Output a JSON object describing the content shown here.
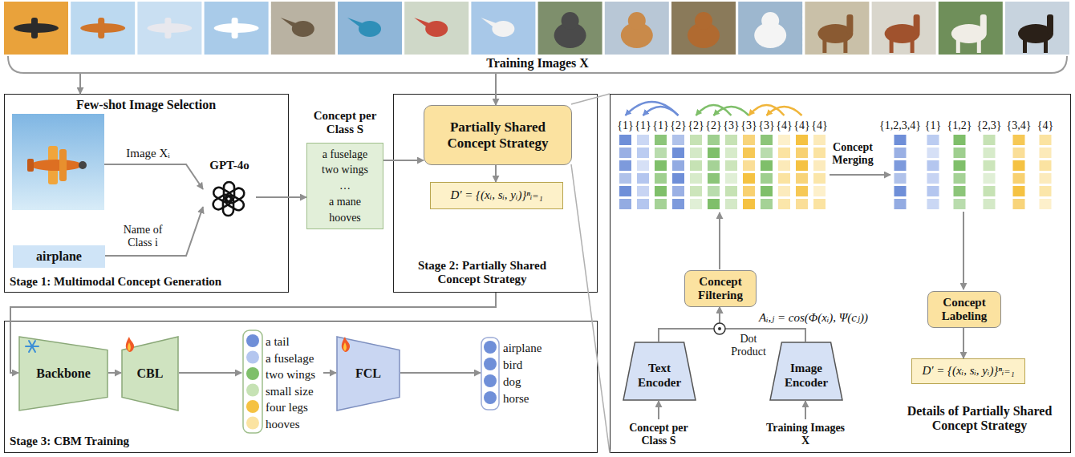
{
  "diagram": {
    "nodes": [
      {
        "text": [
          "Training Images X"
        ]
      },
      {
        "text": [
          "Few-shot Image Selection",
          "Stage 1: Multimodal Concept Generation"
        ]
      },
      {
        "text": [
          "airplane"
        ],
        "in": 1
      },
      {
        "text": [
          "GPT-4o"
        ],
        "in": 1
      },
      {
        "text": [
          "Concept per Class S",
          "a fuselage",
          "two wings",
          "…",
          "a mane",
          "hooves"
        ]
      },
      {
        "text": [
          "Stage 2: Partially Shared Concept Strategy"
        ]
      },
      {
        "text": [
          "Partially Shared Concept Strategy"
        ],
        "in": 5
      },
      {
        "text": [
          "D′ = {(xᵢ, sᵢ, yᵢ)}ⁿᵢ₌₁"
        ],
        "in": 5
      },
      {
        "text": [
          "Details of Partially Shared Concept Strategy"
        ]
      },
      {
        "text": [
          "Concept Filtering"
        ],
        "in": 8
      },
      {
        "text": [
          "Concept Labeling"
        ],
        "in": 8
      },
      {
        "text": [
          "D′ = {(xᵢ, sᵢ, yᵢ)}ⁿᵢ₌₁"
        ],
        "in": 8
      },
      {
        "text": [
          "Text Encoder"
        ],
        "in": 8
      },
      {
        "text": [
          "Image Encoder"
        ],
        "in": 8
      },
      {
        "text": [
          "Stage 3: CBM Training"
        ]
      },
      {
        "text": [
          "Backbone"
        ],
        "in": 14
      },
      {
        "text": [
          "CBL"
        ],
        "in": 14
      },
      {
        "text": [
          "a tail",
          "a fuselage",
          "two wings",
          "small size",
          "four legs",
          "hooves"
        ],
        "in": 14
      },
      {
        "text": [
          "FCL"
        ],
        "in": 14
      },
      {
        "text": [
          "airplane",
          "bird",
          "dog",
          "horse"
        ],
        "in": 14
      }
    ],
    "edges": [
      {
        "from": 0,
        "to": 1,
        "arrow": "to"
      },
      {
        "from": 0,
        "to": 6,
        "arrow": "to"
      },
      {
        "from": 2,
        "to": 3,
        "label": "Name of Class i",
        "arrow": "to"
      },
      {
        "from": 3,
        "to": 4,
        "arrow": "to"
      },
      {
        "from": 4,
        "to": 6,
        "arrow": "to"
      },
      {
        "from": 6,
        "to": 7,
        "arrow": "to"
      },
      {
        "from": 5,
        "to": 15,
        "arrow": "to"
      },
      {
        "from": 15,
        "to": 16,
        "arrow": "to"
      },
      {
        "from": 16,
        "to": 17,
        "arrow": "to"
      },
      {
        "from": 17,
        "to": 18,
        "arrow": "to"
      },
      {
        "from": 18,
        "to": 19,
        "arrow": "to"
      },
      {
        "from": 12,
        "to": 9,
        "arrow": "to"
      },
      {
        "from": 13,
        "to": 9,
        "arrow": "to"
      },
      {
        "from": 10,
        "to": 11,
        "arrow": "to"
      }
    ],
    "labels": [
      "Image Xᵢ",
      "{1}",
      "{1}",
      "{1}",
      "{2}",
      "{2}",
      "{2}",
      "{3}",
      "{3}",
      "{3}",
      "{4}",
      "{4}",
      "{4}",
      "{1,2,3,4}",
      "{1}",
      "{1,2}",
      "{2,3}",
      "{3,4}",
      "{4}",
      "Concept Merging",
      "Aᵢ,ⱼ = cos(Φ(xᵢ), Ψ(cⱼ))",
      "Dot Product",
      "Concept per Class S",
      "Training Images X"
    ]
  }
}
